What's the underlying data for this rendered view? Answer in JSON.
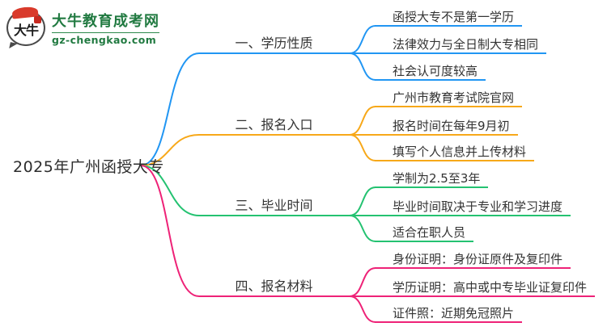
{
  "logo": {
    "icon_text": "大牛",
    "site_name": "大牛教育成考网",
    "site_url": "gz-chengkao.com",
    "brand_color": "#217a41",
    "icon_accent_color": "#d93a2b"
  },
  "root": {
    "label": "2025年广州函授大专"
  },
  "branches": [
    {
      "label": "一、学历性质",
      "color": "#2196f3",
      "children": [
        "函授大专不是第一学历",
        "法律效力与全日制大专相同",
        "社会认可度较高"
      ]
    },
    {
      "label": "二、报名入口",
      "color": "#f7a819",
      "children": [
        "广州市教育考试院官网",
        "报名时间在每年9月初",
        "填写个人信息并上传材料"
      ]
    },
    {
      "label": "三、毕业时间",
      "color": "#24c271",
      "children": [
        "学制为2.5至3年",
        "毕业时间取决于专业和学习进度",
        "适合在职人员"
      ]
    },
    {
      "label": "四、报名材料",
      "color": "#ee2277",
      "children": [
        "身份证明：身份证原件及复印件",
        "学历证明：高中或中专毕业证复印件",
        "证件照：近期免冠照片"
      ]
    }
  ]
}
